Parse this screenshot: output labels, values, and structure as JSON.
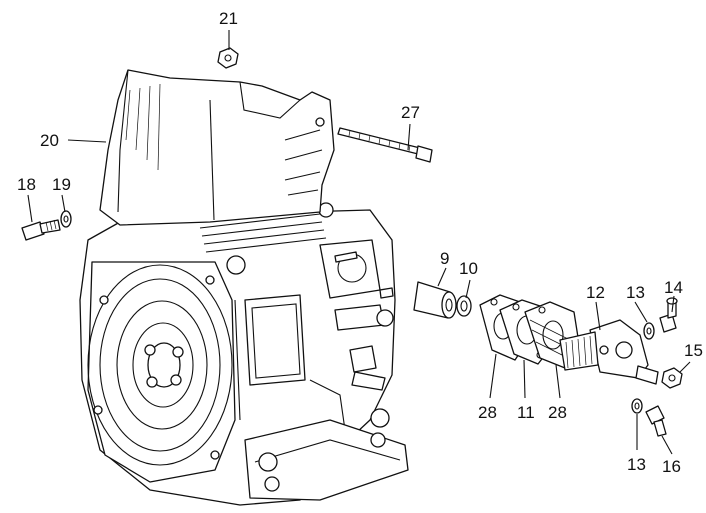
{
  "labels": {
    "p21": "21",
    "p27": "27",
    "p20": "20",
    "p18": "18",
    "p19": "19",
    "p9": "9",
    "p10": "10",
    "p12": "12",
    "p13a": "13",
    "p14": "14",
    "p15": "15",
    "p28a": "28",
    "p11": "11",
    "p28b": "28",
    "p13b": "13",
    "p16": "16"
  }
}
